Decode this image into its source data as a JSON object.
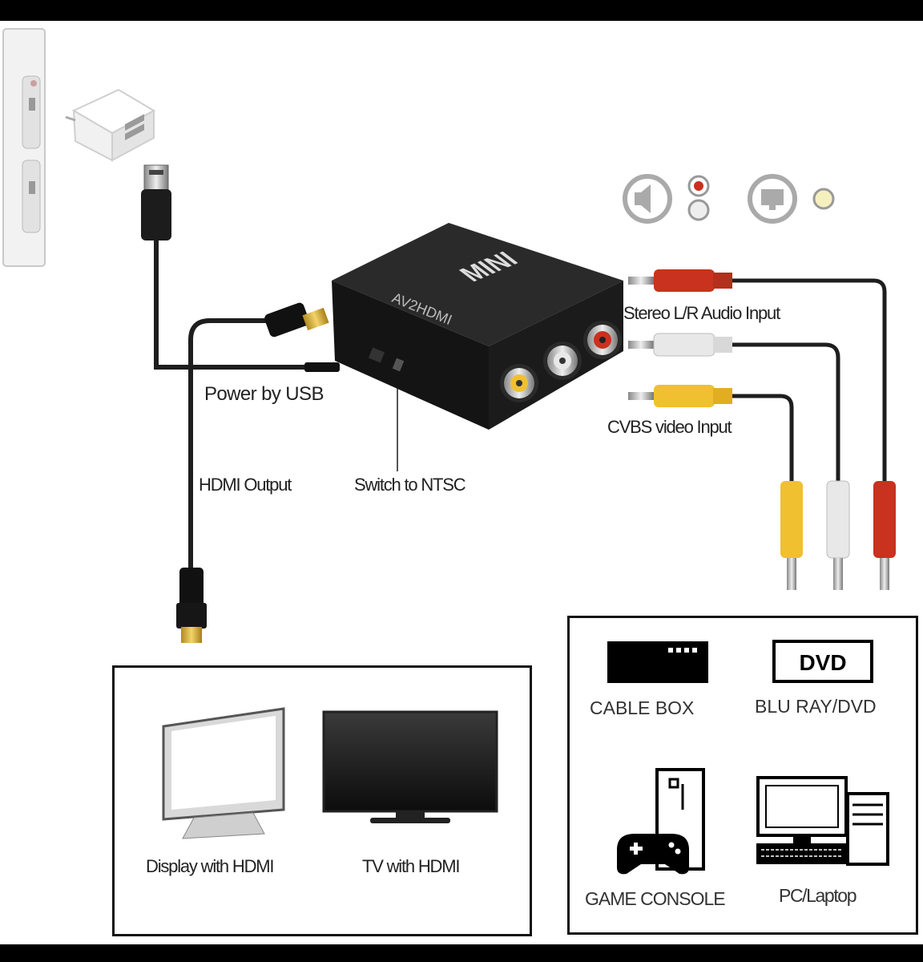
{
  "labels": {
    "power": "Power by USB",
    "hdmi_output": "HDMI Output",
    "switch": "Switch to NTSC",
    "stereo": "Stereo L/R Audio Input",
    "cvbs": "CVBS video Input"
  },
  "device": {
    "brand": "MINI",
    "model": "AV2HDMI"
  },
  "outputs": {
    "display": "Display with HDMI",
    "tv": "TV with HDMI"
  },
  "sources": {
    "cable_box": "CABLE BOX",
    "bluray": "BLU RAY/DVD",
    "dvd_logo": "DVD",
    "game_console": "GAME CONSOLE",
    "pc": "PC/Laptop"
  },
  "colors": {
    "rca_red": "#c8321e",
    "rca_white": "#e8e8e8",
    "rca_yellow": "#f0c030",
    "device_body": "#1a1a1a",
    "cable": "#1e1e1e"
  }
}
